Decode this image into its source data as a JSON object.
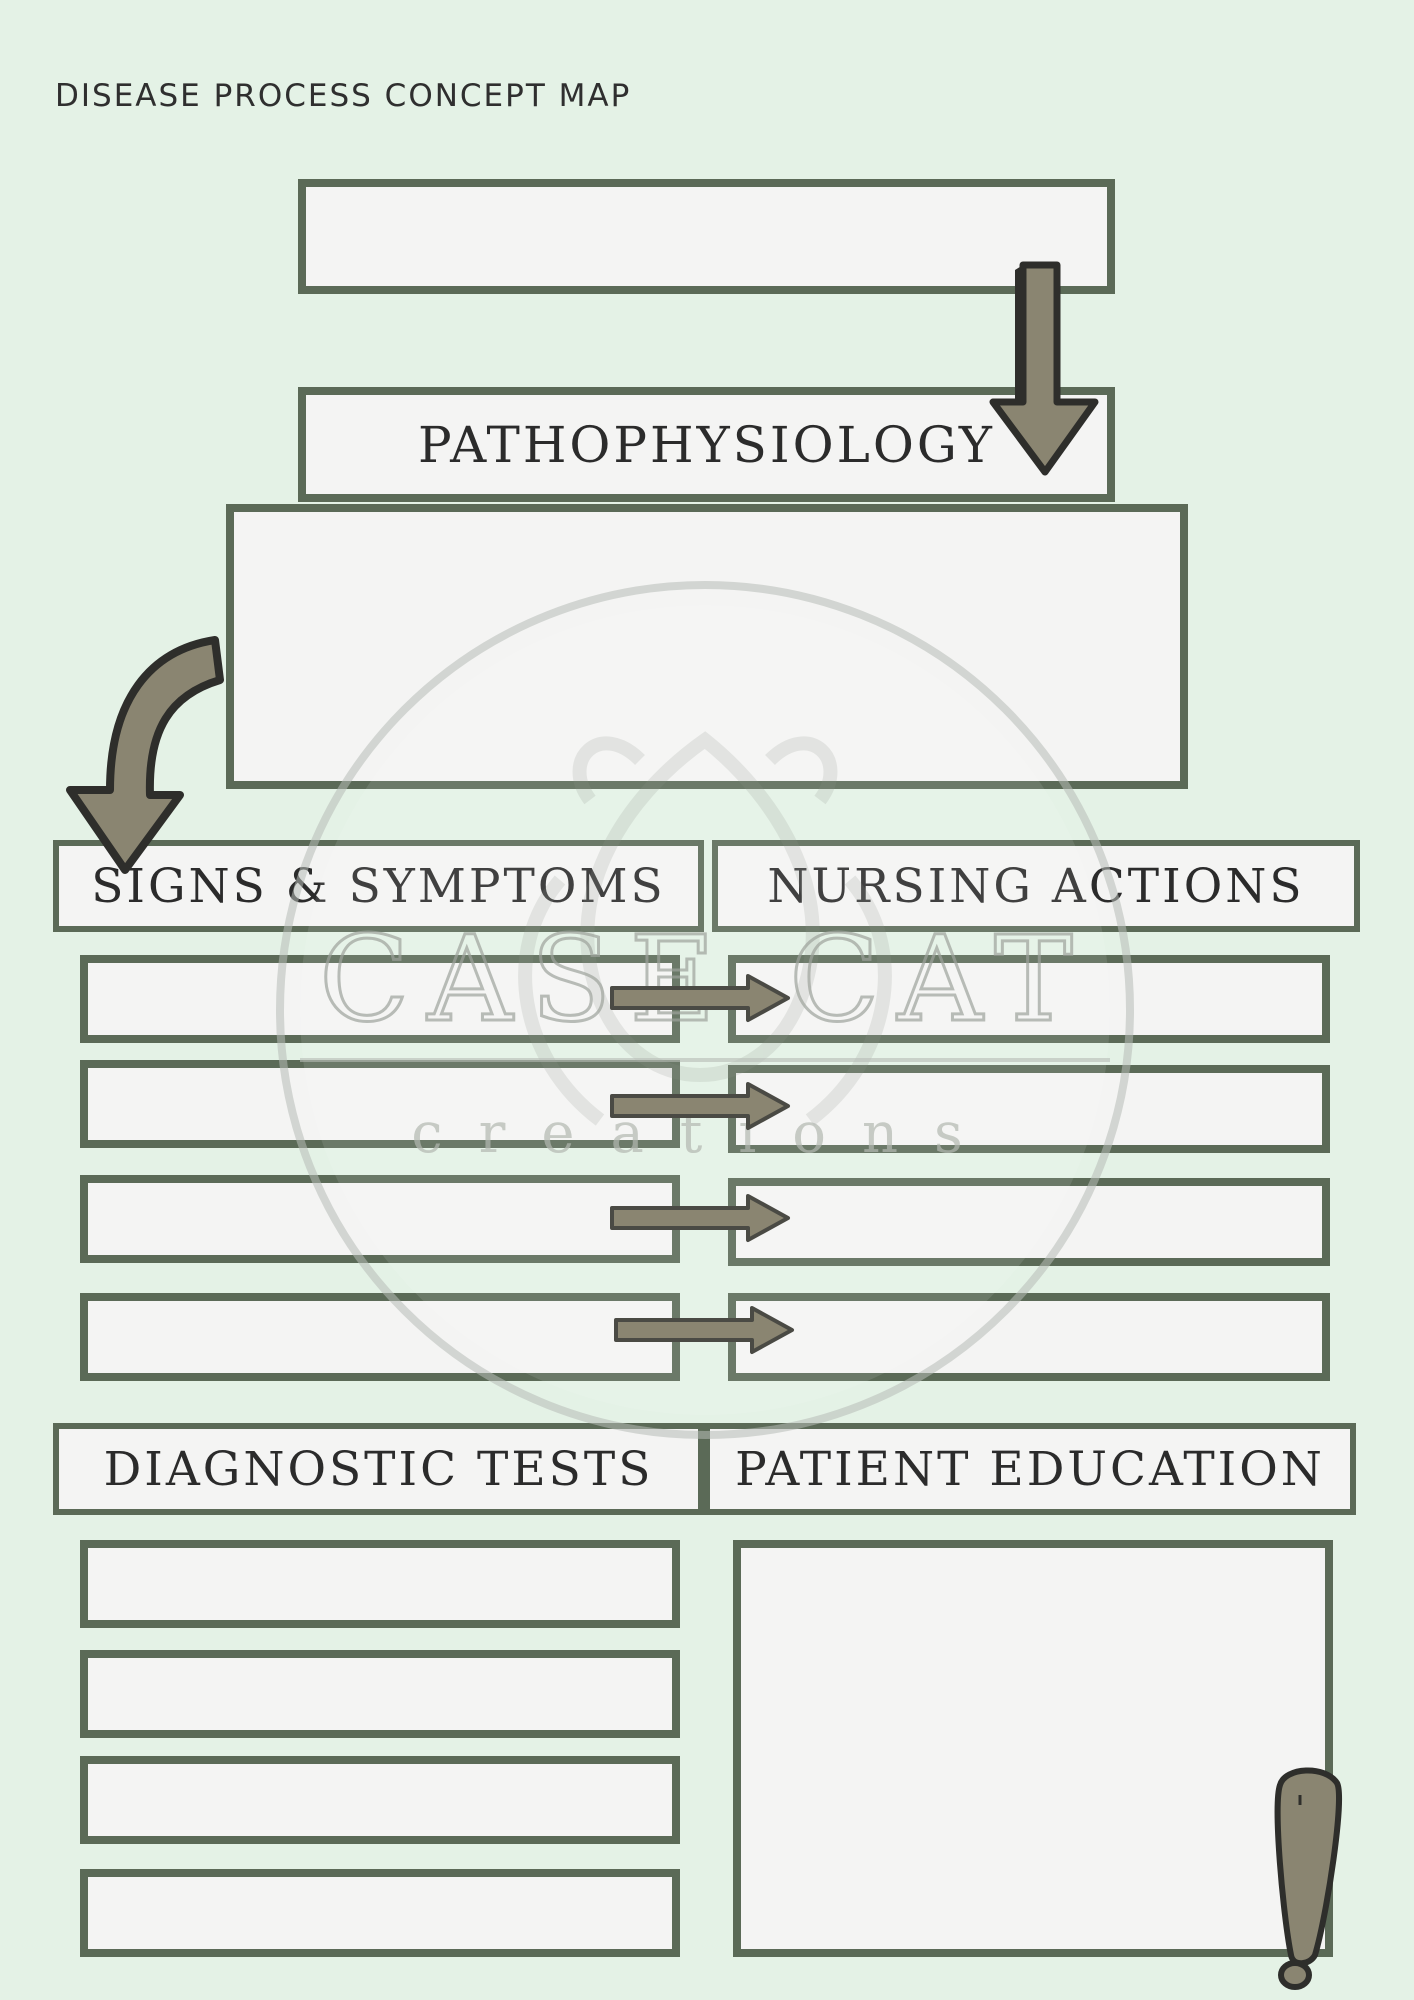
{
  "page": {
    "title": "DISEASE PROCESS CONCEPT MAP"
  },
  "sections": {
    "pathophysiology": "PATHOPHYSIOLOGY",
    "signs_symptoms": "SIGNS & SYMPTOMS",
    "nursing_actions": "NURSING ACTIONS",
    "diagnostic_tests": "DIAGNOSTIC TESTS",
    "patient_education": "PATIENT EDUCATION"
  },
  "watermark": {
    "line1": "CASE CAT",
    "line2": "creations"
  },
  "colors": {
    "background": "#e4f2e6",
    "box_fill": "#f4f4f3",
    "border": "#5b6a57",
    "arrow_fill": "#8a8571",
    "arrow_outline": "#2e2e2b"
  }
}
